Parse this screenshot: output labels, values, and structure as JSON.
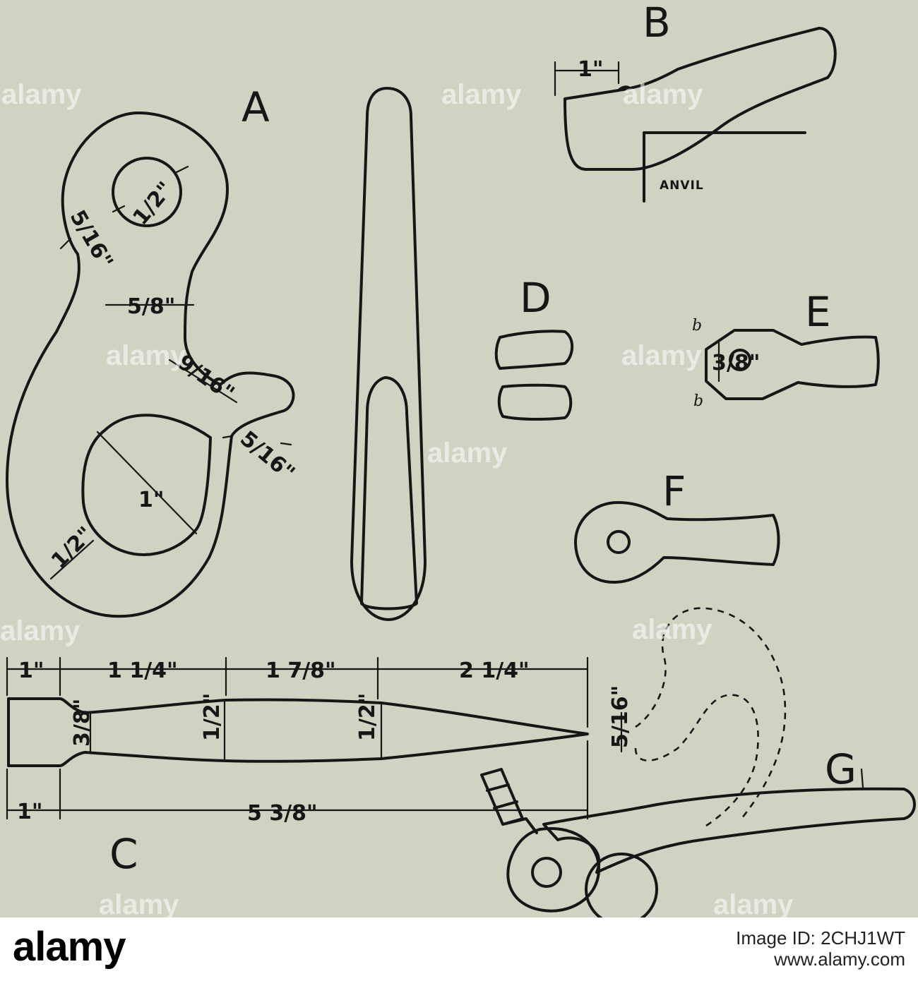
{
  "figures": {
    "A": "A",
    "B": "B",
    "C": "C",
    "D": "D",
    "E": "E",
    "F": "F",
    "G": "G"
  },
  "labels": {
    "anvil": "ANVIL",
    "b_top": "b",
    "b_bottom": "b"
  },
  "dimensions": {
    "eye_hole": "1/2\"",
    "eye_wall": "5/16\"",
    "neck": "5/8\"",
    "throat": "9/16\"",
    "tip": "5/16\"",
    "bore": "1\"",
    "bend": "1/2\"",
    "b_end": "1\"",
    "e_hole": "3/8\"",
    "c_seg1": "1\"",
    "c_seg2": "1 1/4\"",
    "c_seg3": "1 7/8\"",
    "c_seg4": "2 1/4\"",
    "c_thick1": "3/8\"",
    "c_thick2": "1/2\"",
    "c_thick3": "1/2\"",
    "c_thick4": "5/16\"",
    "c_total1": "1\"",
    "c_total2": "5 3/8\""
  },
  "watermark": {
    "text": "alamy"
  },
  "footer": {
    "brand": "alamy",
    "image_id": "Image ID: 2CHJ1WT",
    "site": "www.alamy.com"
  }
}
